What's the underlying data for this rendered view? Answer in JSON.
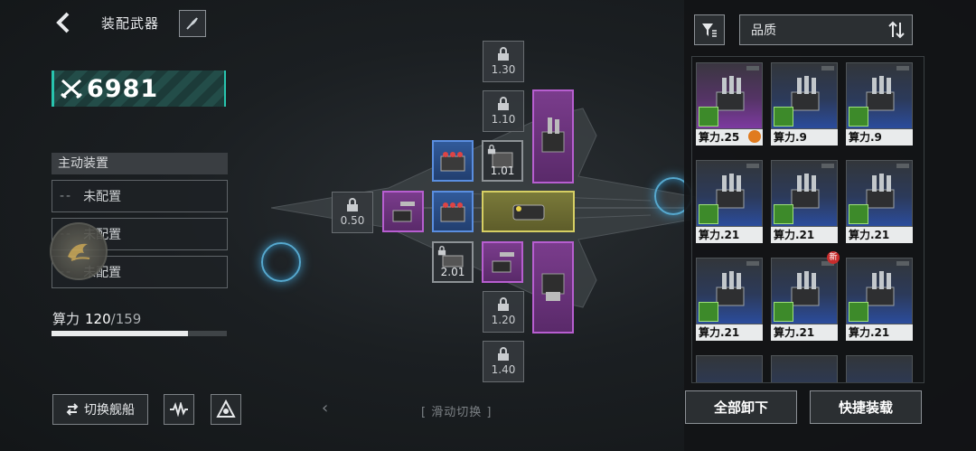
{
  "header": {
    "title": "装配武器"
  },
  "power": {
    "value": "6981"
  },
  "active_devices": {
    "heading": "主动装置",
    "slots": [
      {
        "dash": "--",
        "label": "未配置"
      },
      {
        "dash": "--",
        "label": "未配置"
      },
      {
        "dash": "--",
        "label": "未配置"
      }
    ]
  },
  "compute": {
    "label": "算力",
    "used": "120",
    "separator": "/",
    "max": "159",
    "fill_fraction": 0.78
  },
  "buttons": {
    "switch_ship": "切换舰船",
    "unload_all": "全部卸下",
    "quick_equip": "快捷装载"
  },
  "swipe_hint": "滑动切换",
  "ship_slots": {
    "top_lock_1": "1.30",
    "top_lock_2": "1.10",
    "slot_101": "1.01",
    "left_lock": "0.50",
    "slot_201": "2.01",
    "bottom_lock_1": "1.20",
    "bottom_lock_2": "1.40"
  },
  "sort": {
    "label": "品质"
  },
  "inventory": [
    {
      "label": "算力.25",
      "rarity": "purple",
      "extra": "gear"
    },
    {
      "label": "算力.9",
      "rarity": "blue"
    },
    {
      "label": "算力.9",
      "rarity": "blue"
    },
    {
      "label": "算力.21",
      "rarity": "blue"
    },
    {
      "label": "算力.21",
      "rarity": "blue"
    },
    {
      "label": "算力.21",
      "rarity": "blue"
    },
    {
      "label": "算力.21",
      "rarity": "blue"
    },
    {
      "label": "算力.21",
      "rarity": "blue",
      "new_badge": "新"
    },
    {
      "label": "算力.21",
      "rarity": "blue"
    }
  ],
  "colors": {
    "accent_teal": "#28c4ae",
    "rarity_purple": "#b75ed0",
    "rarity_blue": "#5a8ee0",
    "rarity_gold": "#d6cf63"
  },
  "icons": [
    "back-chevron-icon",
    "feather-icon",
    "swords-icon",
    "lock-icon",
    "filter-icon",
    "sort-arrows-icon",
    "waveform-icon",
    "triangle-target-icon",
    "emblem-icon"
  ]
}
